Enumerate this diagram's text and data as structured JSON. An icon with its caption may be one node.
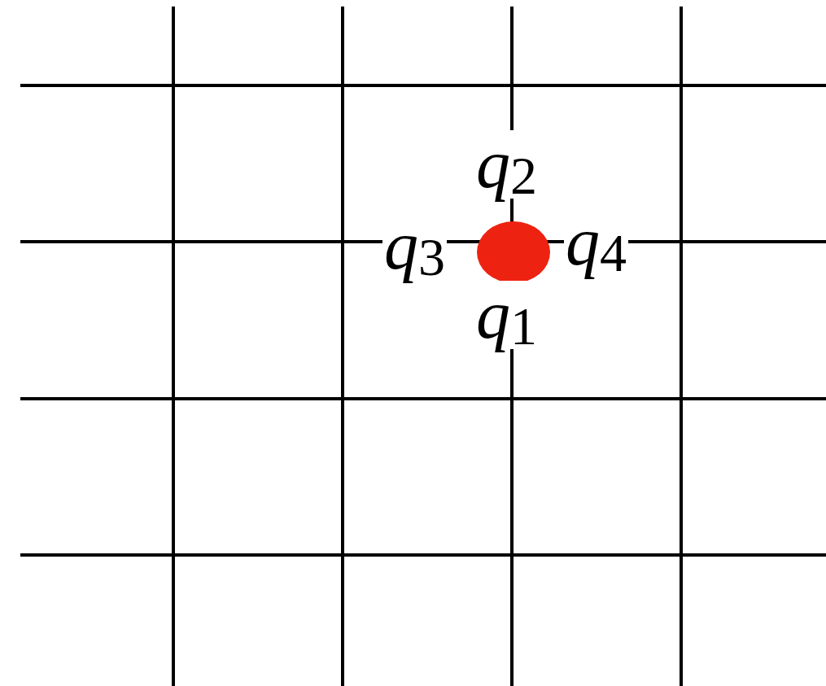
{
  "diagram": {
    "nodes": [
      {
        "text": [],
        "shape": "circle"
      }
    ],
    "labels": [
      "*q*$_{2}$",
      "*q*$_{3}$",
      "*q*$_{4}$",
      "*q*$_{1}$"
    ]
  }
}
